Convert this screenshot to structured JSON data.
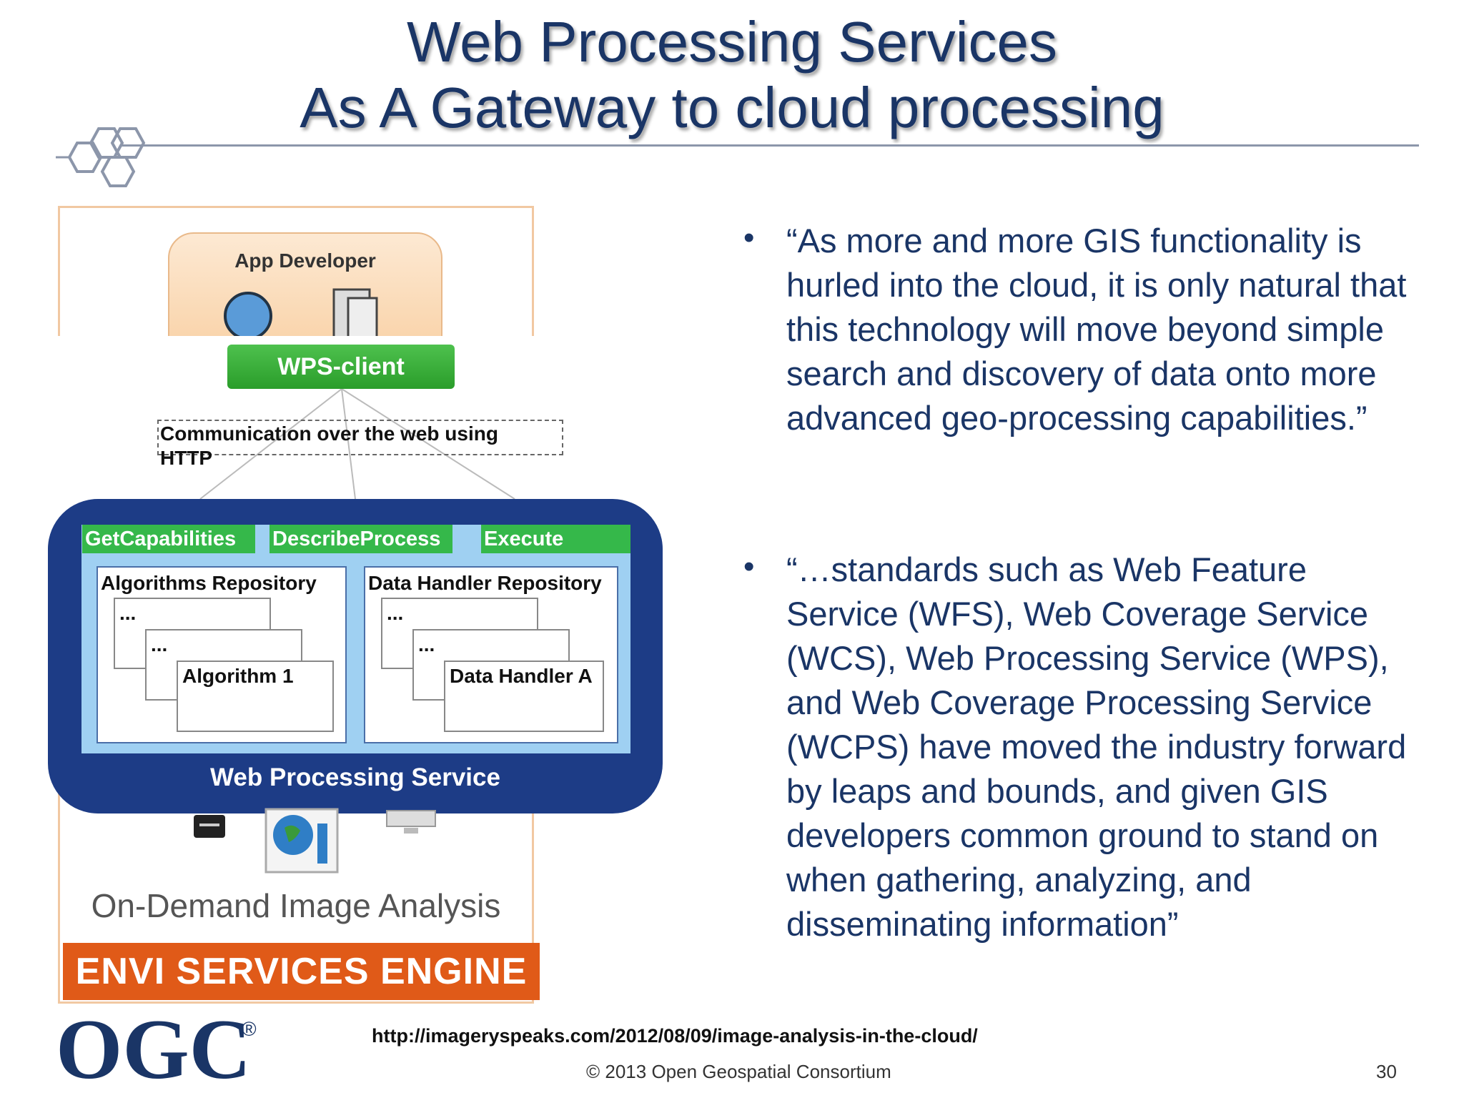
{
  "title": {
    "line1": "Web Processing Services",
    "line2": "As A Gateway to cloud processing"
  },
  "bullets": [
    "“As more and more GIS functionality is hurled into the cloud, it is only natural that this technology will move beyond simple search and discovery of data onto more advanced geo-processing capabilities.”",
    "“…standards such as Web Feature Service (WFS), Web Coverage Service (WCS), Web Processing Service (WPS), and Web Coverage Processing Service (WCPS) have moved the industry forward by leaps and bounds, and given GIS developers common ground to stand on when gathering, analyzing, and disseminating information”"
  ],
  "bullet_marker": "•",
  "diagram": {
    "app_developer": "App Developer",
    "wps_client": "WPS-client",
    "communication": {
      "line1": "Communication over the web using",
      "line2": "HTTP"
    },
    "tabs": [
      "GetCapabilities",
      "DescribeProcess",
      "Execute"
    ],
    "algorithms_repository": {
      "title": "Algorithms Repository",
      "placeholder1": "...",
      "placeholder2": "...",
      "item": "Algorithm 1"
    },
    "data_handler_repository": {
      "title": "Data Handler Repository",
      "placeholder1": "...",
      "placeholder2": "...",
      "item": "Data Handler A"
    },
    "service_label": "Web Processing Service",
    "on_demand": "On-Demand Image Analysis",
    "engine": "ENVI SERVICES ENGINE"
  },
  "footer": {
    "logo": "OGC",
    "registered": "®",
    "url": "http://imageryspeaks.com/2012/08/09/image-analysis-in-the-cloud/",
    "copyright": "© 2013 Open Geospatial Consortium",
    "page_number": "30"
  },
  "colors": {
    "title": "#1a3566",
    "service_box": "#1d3c86",
    "tab_green": "#35b84a",
    "engine_orange": "#e05a18"
  }
}
